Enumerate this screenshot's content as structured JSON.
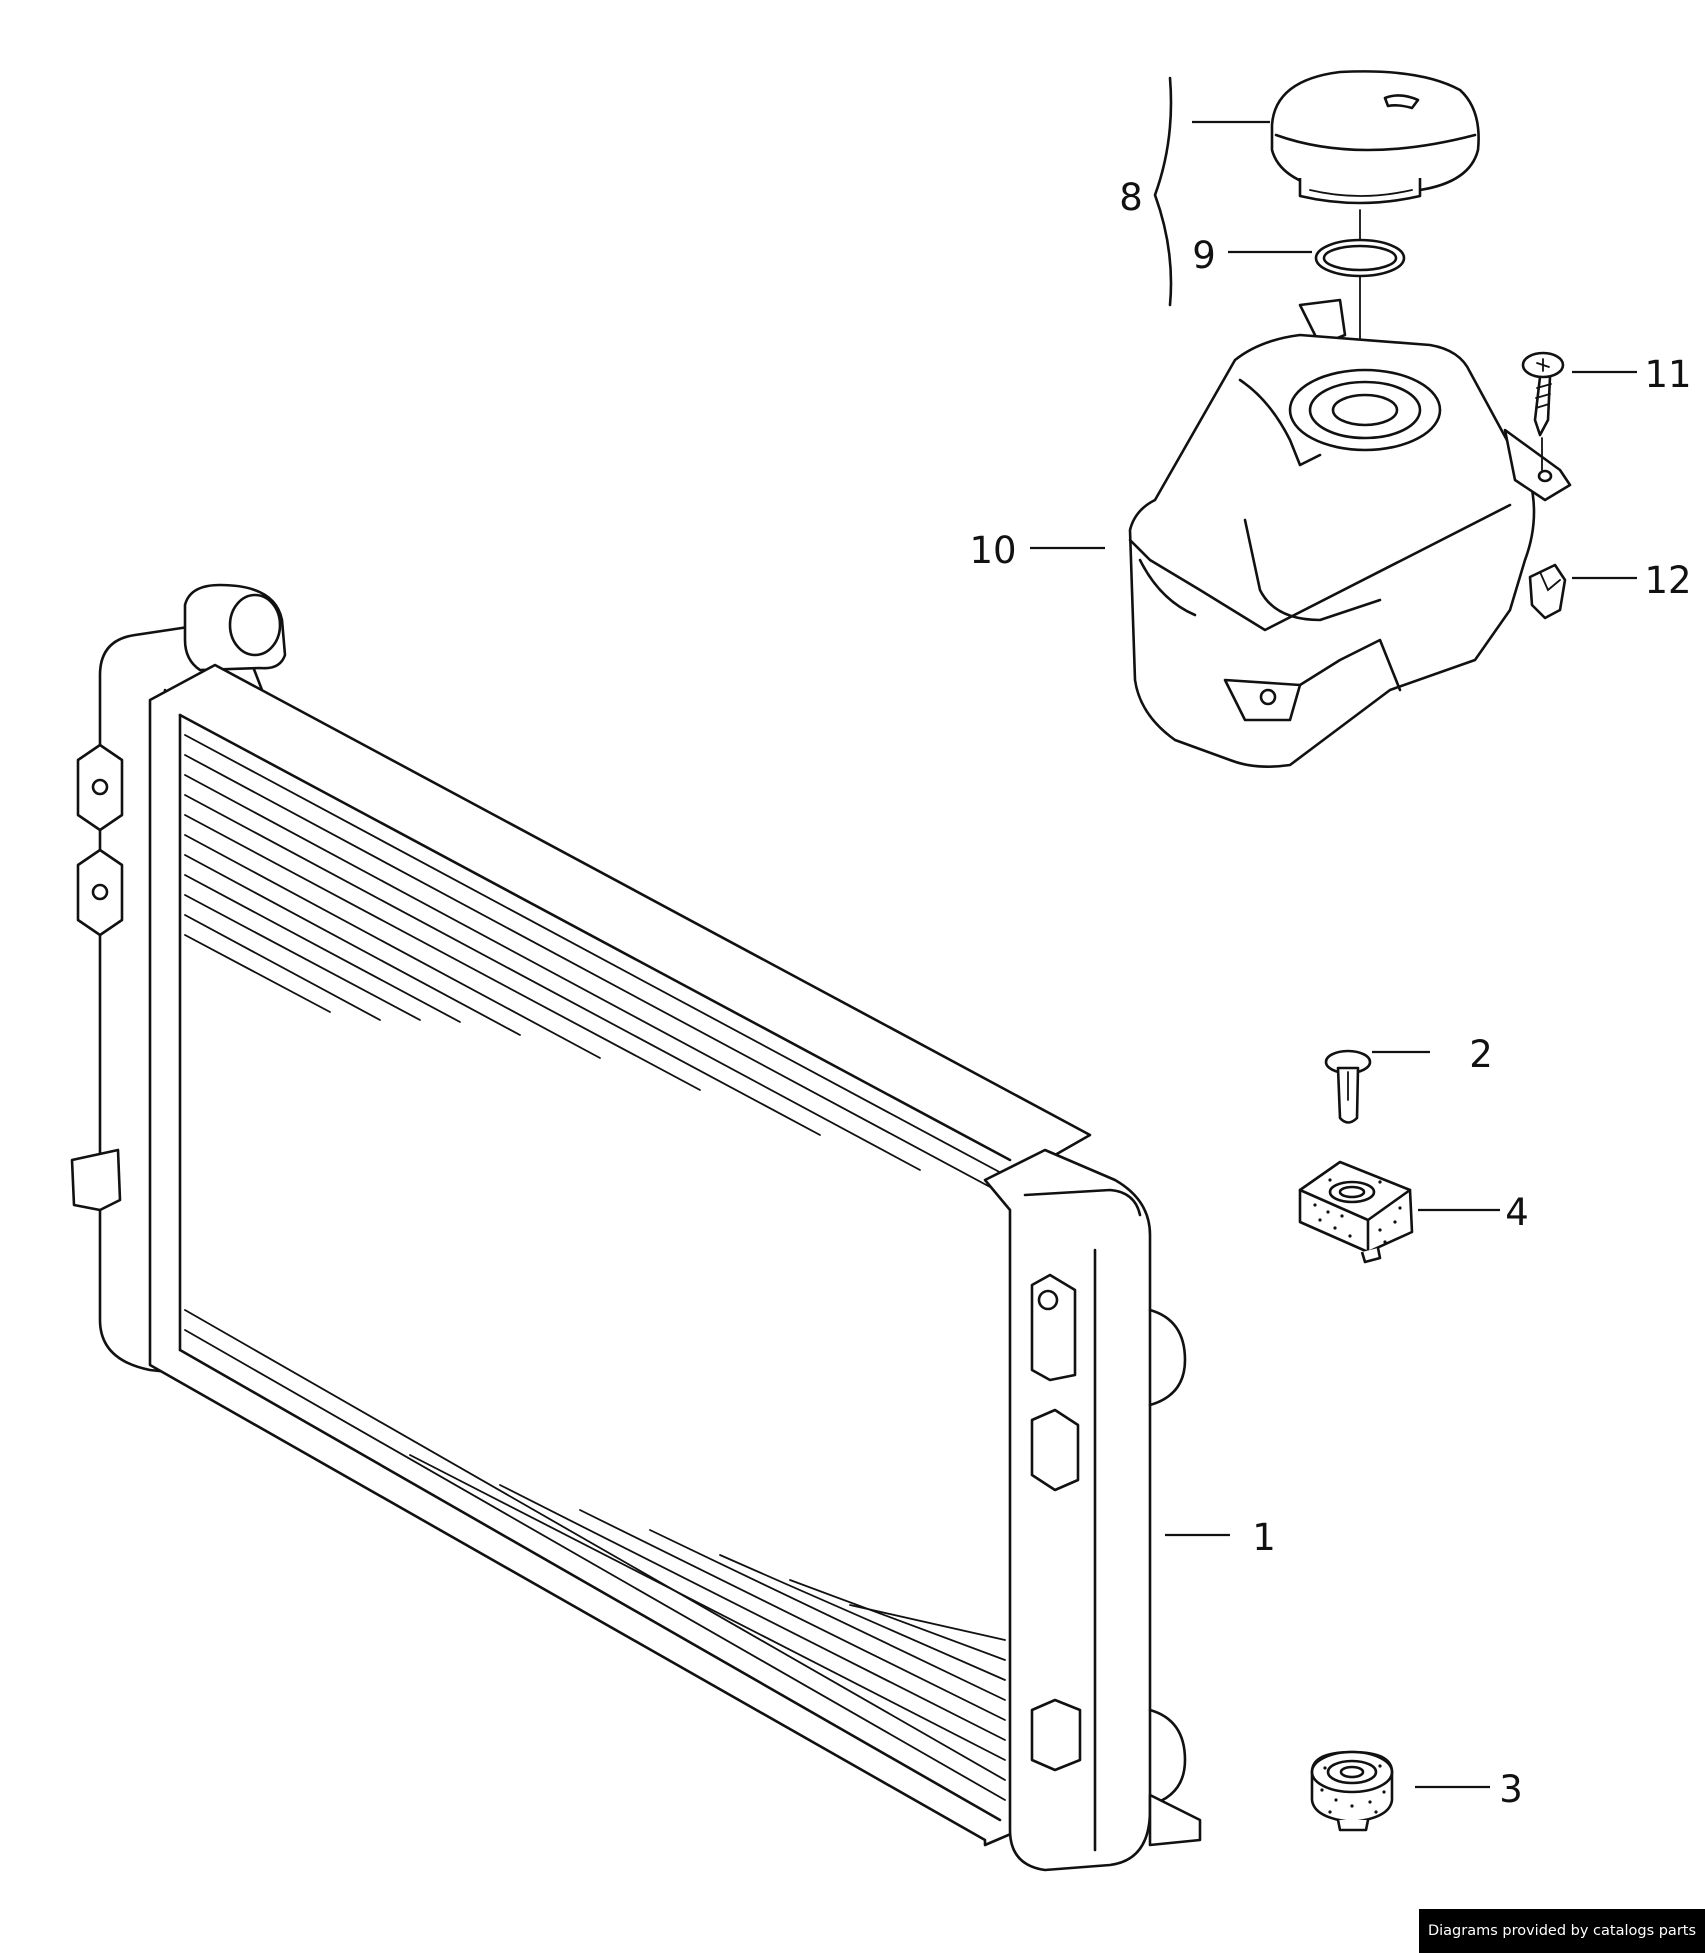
{
  "diagram": {
    "parts": [
      {
        "id": "part-1",
        "label": "1"
      },
      {
        "id": "part-2",
        "label": "2"
      },
      {
        "id": "part-3",
        "label": "3"
      },
      {
        "id": "part-4",
        "label": "4"
      },
      {
        "id": "part-8",
        "label": "8"
      },
      {
        "id": "part-9",
        "label": "9"
      },
      {
        "id": "part-10",
        "label": "10"
      },
      {
        "id": "part-11",
        "label": "11"
      },
      {
        "id": "part-12",
        "label": "12"
      }
    ]
  },
  "credit": {
    "text": "Diagrams provided by catalogs parts"
  }
}
